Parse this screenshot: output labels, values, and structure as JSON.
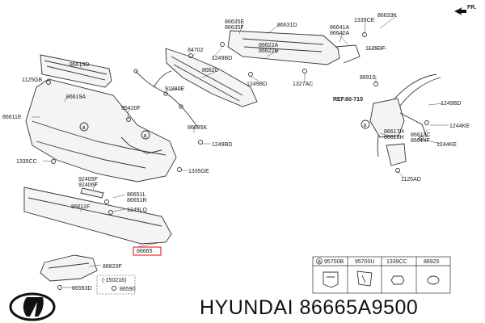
{
  "direction": {
    "label": "FR."
  },
  "callouts": [
    {
      "id": "c86635E",
      "text": "86635E"
    },
    {
      "id": "c86635F",
      "text": "86635F"
    },
    {
      "id": "c86631D",
      "text": "86631D"
    },
    {
      "id": "c1339CE",
      "text": "1339CE"
    },
    {
      "id": "c86633K",
      "text": "86633K"
    },
    {
      "id": "c86641A",
      "text": "86641A"
    },
    {
      "id": "c86642A",
      "text": "86642A"
    },
    {
      "id": "c1125DF",
      "text": "1125DF"
    },
    {
      "id": "c84702",
      "text": "84702"
    },
    {
      "id": "c1249BD_a",
      "text": "1249BD"
    },
    {
      "id": "c86622A",
      "text": "86622A"
    },
    {
      "id": "c86622B",
      "text": "86622B"
    },
    {
      "id": "c86620",
      "text": "86620"
    },
    {
      "id": "c1249BD_b",
      "text": "1249BD"
    },
    {
      "id": "c1327AC",
      "text": "1327AC"
    },
    {
      "id": "c86619D",
      "text": "86619D"
    },
    {
      "id": "c1125GB",
      "text": "1125GB"
    },
    {
      "id": "c86619A",
      "text": "86619A"
    },
    {
      "id": "c86611E",
      "text": "86611E"
    },
    {
      "id": "c91880E",
      "text": "91880E"
    },
    {
      "id": "c95420F",
      "text": "95420F"
    },
    {
      "id": "c86910",
      "text": "86910"
    },
    {
      "id": "c1249BD_c",
      "text": "1249BD"
    },
    {
      "id": "c86635K",
      "text": "86635K"
    },
    {
      "id": "c1249BD_d",
      "text": "1249BD"
    },
    {
      "id": "c86617H",
      "text": "86617H"
    },
    {
      "id": "c86618H",
      "text": "86618H"
    },
    {
      "id": "c86613C",
      "text": "86613C"
    },
    {
      "id": "c86614F",
      "text": "86614F"
    },
    {
      "id": "c1244KE_a",
      "text": "1244KE"
    },
    {
      "id": "c1244KE_b",
      "text": "1244KE"
    },
    {
      "id": "c1335CC",
      "text": "1335CC"
    },
    {
      "id": "c1335GE",
      "text": "1335GE"
    },
    {
      "id": "c92405F",
      "text": "92405F"
    },
    {
      "id": "c92406F",
      "text": "92406F"
    },
    {
      "id": "c86651L",
      "text": "86651L"
    },
    {
      "id": "c86651R",
      "text": "86651R"
    },
    {
      "id": "c1249LQ",
      "text": "1249LQ"
    },
    {
      "id": "c86611F",
      "text": "86611F"
    },
    {
      "id": "c1125AD",
      "text": "1125AD"
    },
    {
      "id": "c86665",
      "text": "86665"
    },
    {
      "id": "c86820F",
      "text": "86820F"
    },
    {
      "id": "c86593D",
      "text": "86593D"
    },
    {
      "id": "c86590",
      "text": "86590"
    },
    {
      "id": "c150216",
      "text": "(-150216)"
    }
  ],
  "reference": {
    "label": "REF.60-710"
  },
  "circle_marks": [
    "a",
    "a",
    "a"
  ],
  "parts_table": {
    "headers": [
      {
        "mark": "a",
        "code": "95700B"
      },
      {
        "mark": "",
        "code": "95700U"
      },
      {
        "mark": "",
        "code": "1339CC"
      },
      {
        "mark": "",
        "code": "86925"
      }
    ]
  },
  "brand": {
    "text": "HYUNDAI 86665A9500"
  },
  "colors": {
    "highlight": "#e0211b",
    "line": "#333333"
  },
  "icons": {
    "logo": "hyundai-logo-icon",
    "arrow": "front-arrow-icon"
  }
}
